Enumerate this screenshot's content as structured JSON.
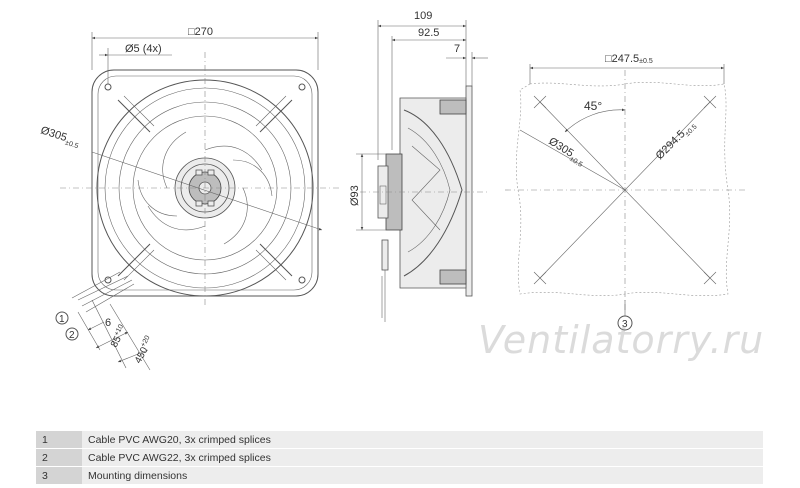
{
  "front_view": {
    "dim_square": "□270",
    "dim_holes": "Ø5 (4x)",
    "dim_outer_dia": "Ø305",
    "dim_outer_dia_tol": "±0.5",
    "callout_1": "1",
    "callout_2": "2",
    "dim_6": "6",
    "dim_85": "85",
    "dim_85_tol": "+10",
    "dim_450": "450",
    "dim_450_tol": "+20"
  },
  "side_view": {
    "dim_109": "109",
    "dim_92_5": "92.5",
    "dim_7": "7",
    "dim_93": "Ø93"
  },
  "mounting_view": {
    "dim_square": "□247.5",
    "dim_square_tol": "±0.5",
    "angle": "45°",
    "dim_305": "Ø305",
    "dim_305_tol": "±0.5",
    "dim_294_5": "Ø294.5",
    "dim_294_5_tol": "±0.5",
    "callout_3": "3"
  },
  "watermark": "Ventilatorry.ru",
  "legend": [
    {
      "num": "1",
      "text": "Cable PVC AWG20, 3x crimped splices"
    },
    {
      "num": "2",
      "text": "Cable PVC AWG22, 3x crimped splices"
    },
    {
      "num": "3",
      "text": "Mounting dimensions"
    }
  ]
}
